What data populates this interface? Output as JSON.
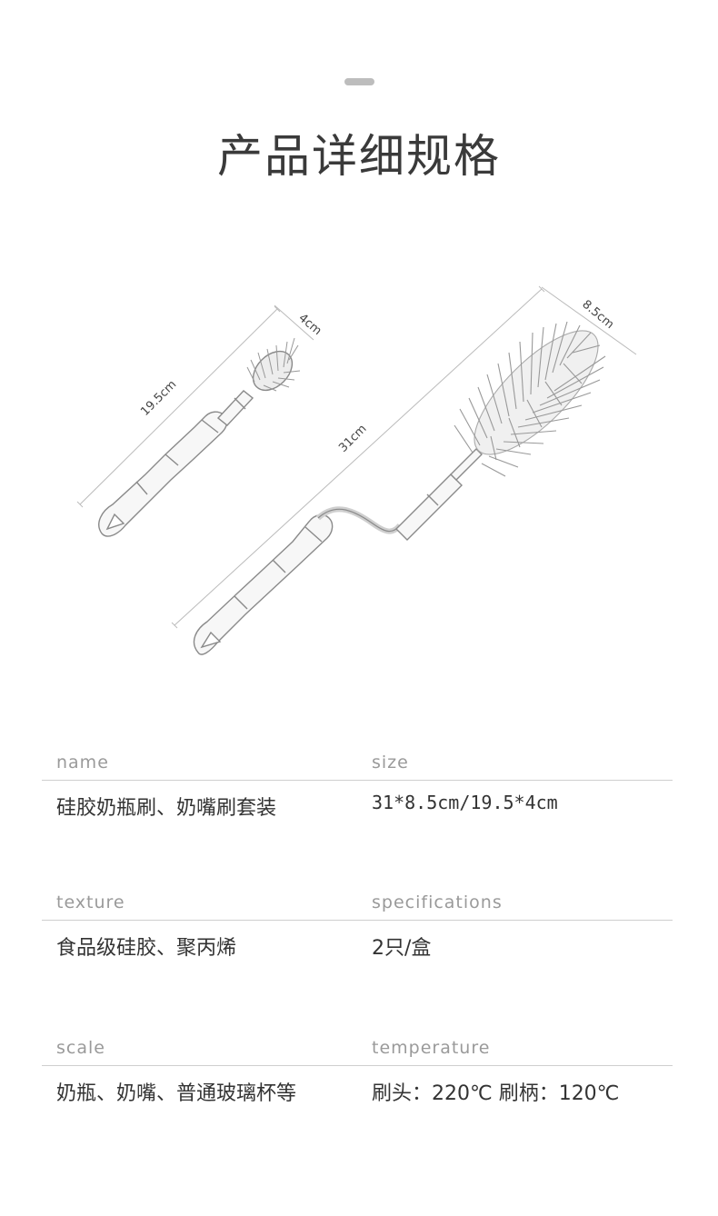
{
  "page": {
    "title": "产品详细规格"
  },
  "illustration": {
    "small_brush": {
      "length_label": "19.5cm",
      "width_label": "4cm"
    },
    "large_brush": {
      "length_label": "31cm",
      "width_label": "8.5cm"
    }
  },
  "specs": [
    {
      "left_key": "name",
      "left_value": "硅胶奶瓶刷、奶嘴刷套装",
      "right_key": "size",
      "right_value": "31*8.5cm/19.5*4cm"
    },
    {
      "left_key": "texture",
      "left_value": "食品级硅胶、聚丙烯",
      "right_key": "specifications",
      "right_value": "2只/盒"
    },
    {
      "left_key": "scale",
      "left_value": "奶瓶、奶嘴、普通玻璃杯等",
      "right_key": "temperature",
      "right_value": "刷头：220℃  刷柄：120℃"
    }
  ],
  "colors": {
    "line": "#cfcfcf",
    "key_text": "#9a9a9a",
    "value_text": "#333333",
    "drawing": "#8a8a8a"
  }
}
